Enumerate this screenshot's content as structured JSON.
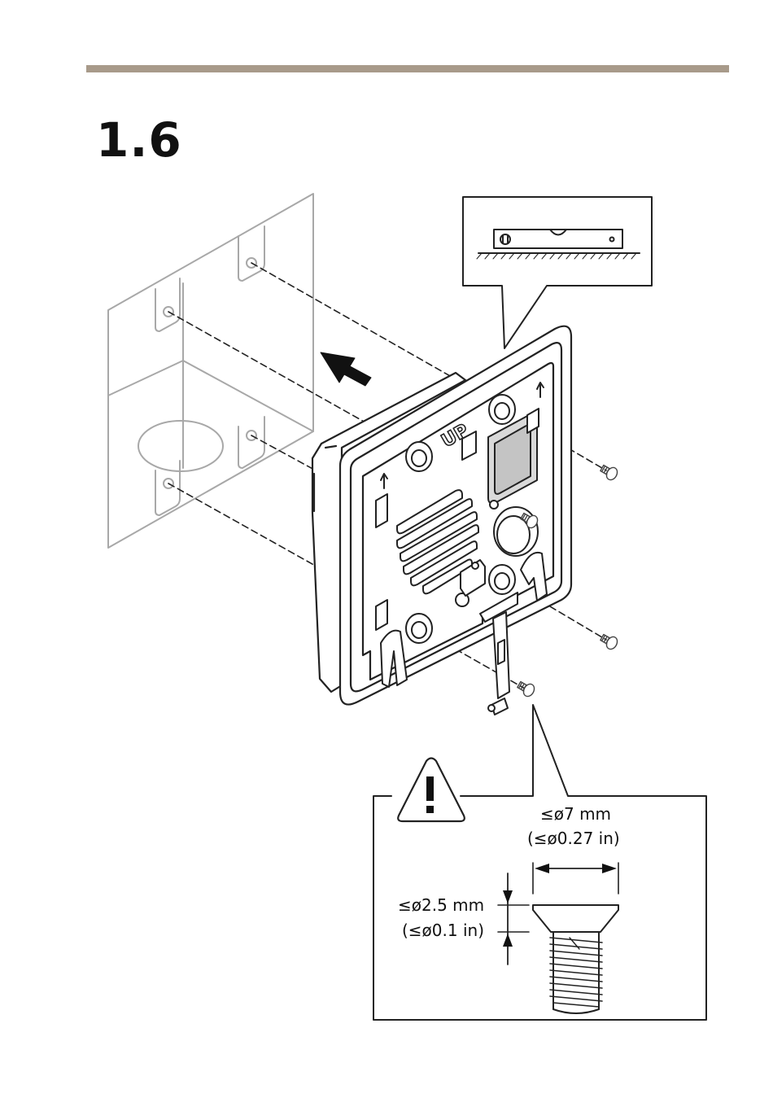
{
  "header": {
    "rule_color": "#a89a8a",
    "step_number": "1.6"
  },
  "icons": [
    "level-icon",
    "warning-icon",
    "arrow-icon",
    "screw-icon"
  ],
  "screw_spec": {
    "head_diameter_mm": "≤ø7 mm",
    "head_diameter_in": "(≤ø0.27 in)",
    "head_height_mm": "≤ø2.5 mm",
    "head_height_in": "(≤ø0.1 in)"
  },
  "device_label": "UP"
}
